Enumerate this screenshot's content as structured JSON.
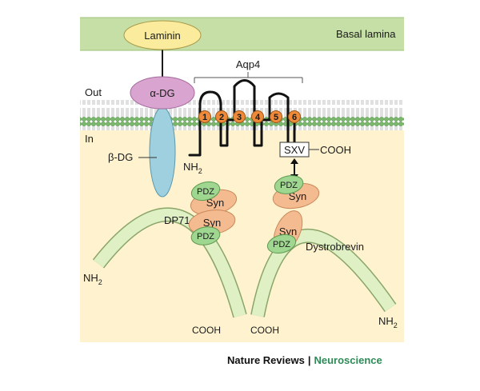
{
  "labels": {
    "basal_lamina": "Basal lamina",
    "laminin": "Laminin",
    "alpha_dg": "α-DG",
    "beta_dg": "β-DG",
    "out": "Out",
    "in": "In",
    "aqp4": "Aqp4",
    "nh2": "NH",
    "nh2_sub": "2",
    "sxv": "SXV",
    "cooh": "COOH",
    "pdz": "PDZ",
    "syn": "Syn",
    "dp71": "DP71",
    "dystrobrevin": "Dystrobrevin"
  },
  "helices": [
    "1",
    "2",
    "3",
    "4",
    "5",
    "6"
  ],
  "footer": {
    "journal": "Nature Reviews",
    "separator": "|",
    "field": "Neuroscience"
  },
  "colors": {
    "lamina": "#c6dfa6",
    "cytoplasm": "#fff3cf",
    "laminin": "#fbec9d",
    "alpha_dg": "#d9a4cf",
    "beta_dg": "#9fd0df",
    "syn": "#f5bb90",
    "pdz": "#9fd690",
    "helix": "#ee8a3a",
    "rod": "#dff0c4"
  }
}
